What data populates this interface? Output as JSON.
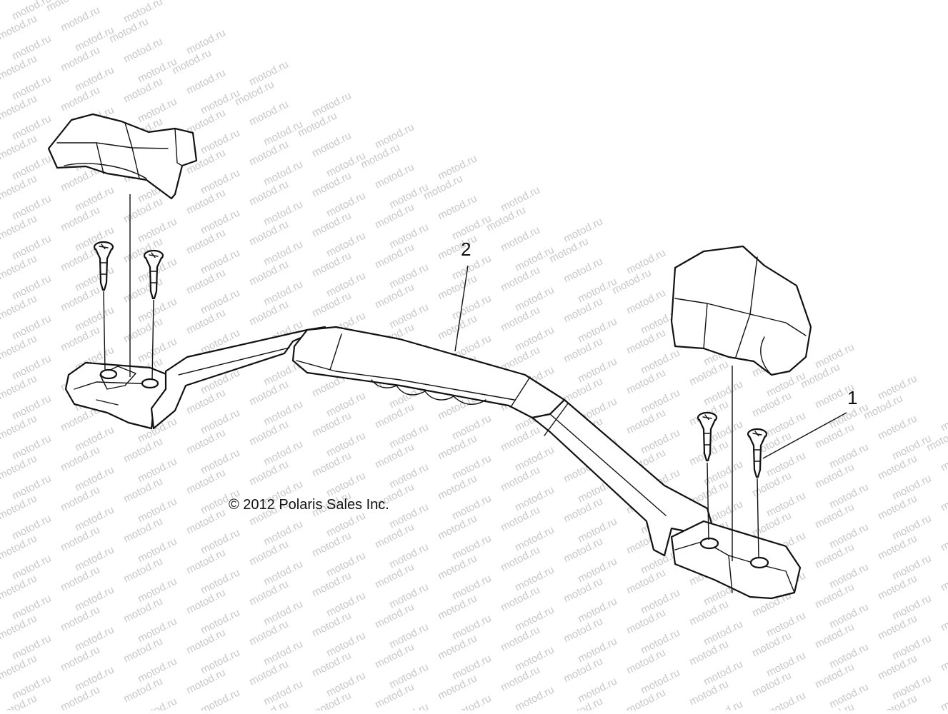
{
  "watermark": {
    "text": "motod.ru",
    "color": "#c8c8c8"
  },
  "copyright": "© 2012 Polaris Sales Inc.",
  "callouts": [
    {
      "id": "callout-1",
      "label": "1"
    },
    {
      "id": "callout-2",
      "label": "2"
    }
  ],
  "line_color": "#111111"
}
